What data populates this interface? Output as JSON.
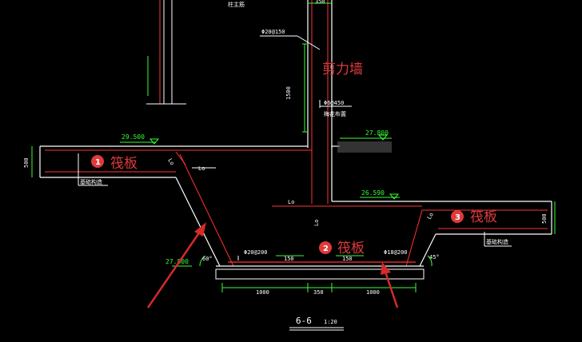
{
  "labels": {
    "wall_rebar": "Φ20@150",
    "wall_name": "剪力墙",
    "wall_height": "1500",
    "wall_width": "350",
    "tie_bar": "Φ6@450",
    "tie_note": "梅花布置",
    "wall_top_label": "柱主筋",
    "elev_left": "29.500",
    "elev_mid": "27.800",
    "elev_right": "26.590",
    "elev_bottom": "27.800",
    "thickness_left": "500",
    "thickness_right": "500",
    "lo": "Lo",
    "bottom_rebar_left": "Φ20@200",
    "bottom_rebar_right": "Φ18@200",
    "dim_150_left": "150",
    "dim_150_right": "150",
    "angle_left": "60°",
    "angle_right": "45°",
    "note_left": "基础构造",
    "note_right": "基础构造",
    "dim_bottom_1": "1000",
    "dim_bottom_2": "350",
    "dim_bottom_3": "1000",
    "section_title": "6-6",
    "section_scale": "1:20"
  },
  "annotations": [
    {
      "number": "1",
      "text": "筏板"
    },
    {
      "number": "2",
      "text": "筏板"
    },
    {
      "number": "3",
      "text": "筏板"
    }
  ],
  "colors": {
    "background": "#000000",
    "outline": "#ffffff",
    "rebar": "#ff3333",
    "dimension": "#33ff33",
    "annotation": "#e03a3a",
    "arrow": "#d42a2a"
  }
}
